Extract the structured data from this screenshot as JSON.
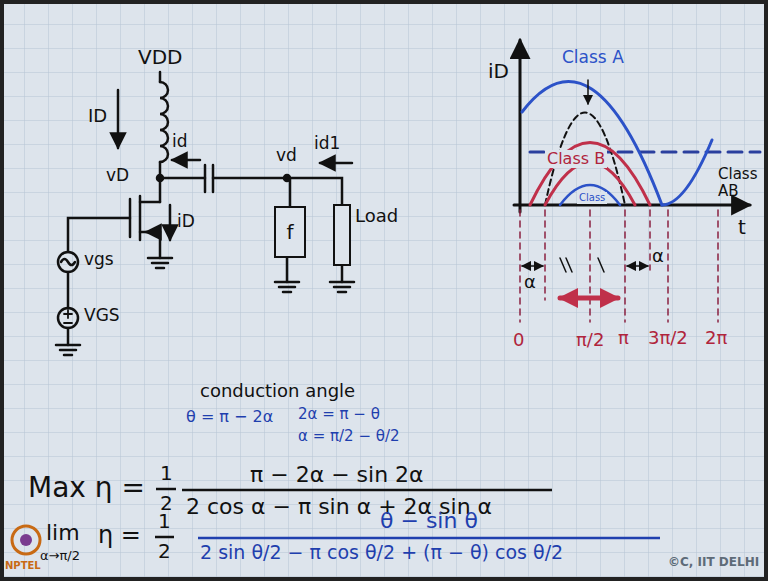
{
  "diagram": {
    "nodes": [
      {
        "text": [
          "f"
        ]
      },
      {
        "text": [
          "Load"
        ]
      }
    ],
    "edges": [
      {
        "from": 0,
        "to": 1,
        "arrow": "none"
      }
    ],
    "labels": [
      "VDD",
      "ID",
      "id",
      "vD",
      "vd",
      "id1",
      "iD",
      "vgs",
      "VGS",
      "iD",
      "Class A",
      "Class B",
      "Class",
      "Class AB",
      "t",
      "α",
      "α",
      "0",
      "π/2",
      "π",
      "3π/2",
      "2π",
      "conduction angle",
      "θ = π − 2α",
      "2α = π − θ",
      "α = π/2 − θ/2",
      "Max η =",
      "1",
      "2",
      "π − 2α − sin 2α",
      "2 cos α − π sin α + 2α sin α",
      "lim",
      "α→π/2",
      "η =",
      "1",
      "2",
      "θ − sin θ",
      "2 sin θ/2 − π cos θ/2 + (π − θ) cos θ/2",
      "©C, IIT DELHI",
      "NPTEL"
    ]
  }
}
